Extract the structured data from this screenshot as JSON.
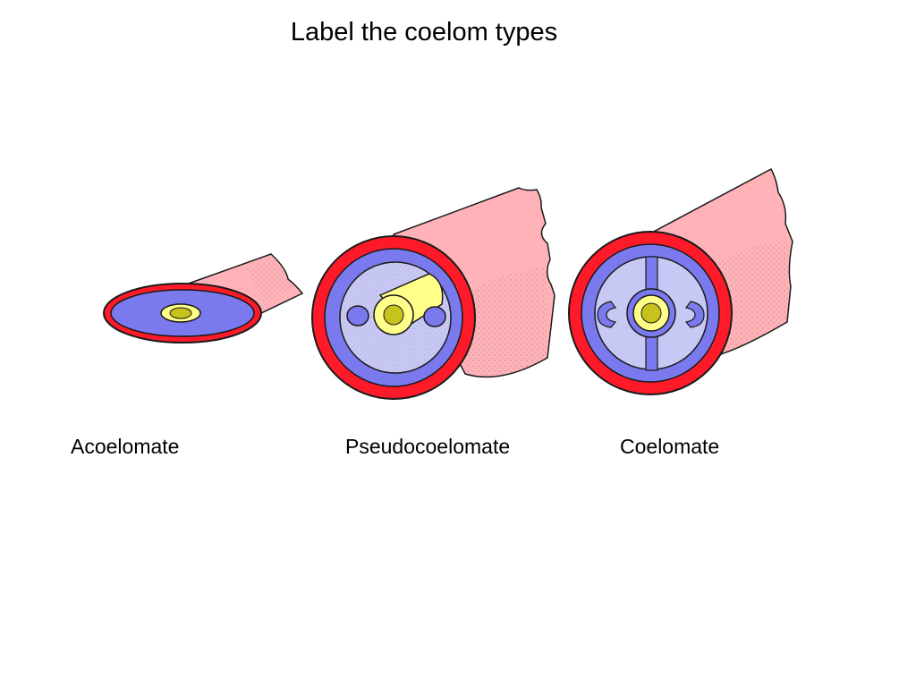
{
  "title": "Label the coelom types",
  "colors": {
    "ectoderm": "#ff1a2a",
    "outline": "#1a1a1a",
    "body_wall": "#ffb3b8",
    "mesoderm": "#7a7aee",
    "cavity": "#c8c8f4",
    "gut": "#ffff8a",
    "gut_lumen": "#c7c21e"
  },
  "organisms": [
    {
      "label": "Acoelomate",
      "icon": "acoelomate-cross-section"
    },
    {
      "label": "Pseudocoelomate",
      "icon": "pseudocoelomate-cross-section"
    },
    {
      "label": "Coelomate",
      "icon": "coelomate-cross-section"
    }
  ]
}
